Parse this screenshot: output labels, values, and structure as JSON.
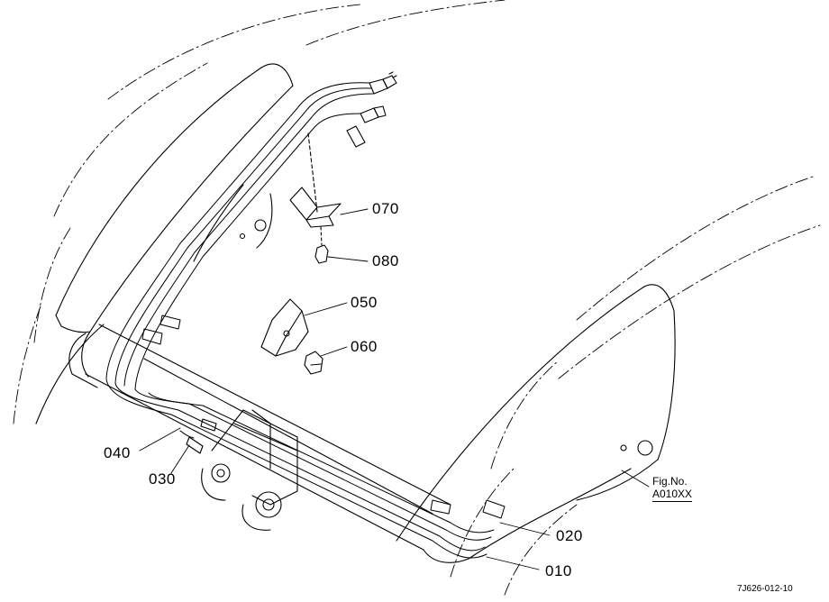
{
  "callouts": {
    "p010": "010",
    "p020": "020",
    "p030": "030",
    "p040": "040",
    "p050": "050",
    "p060": "060",
    "p070": "070",
    "p080": "080"
  },
  "figure": {
    "label": "Fig.No.",
    "code": "A010XX"
  },
  "drawing_id": "7J626-012-10"
}
